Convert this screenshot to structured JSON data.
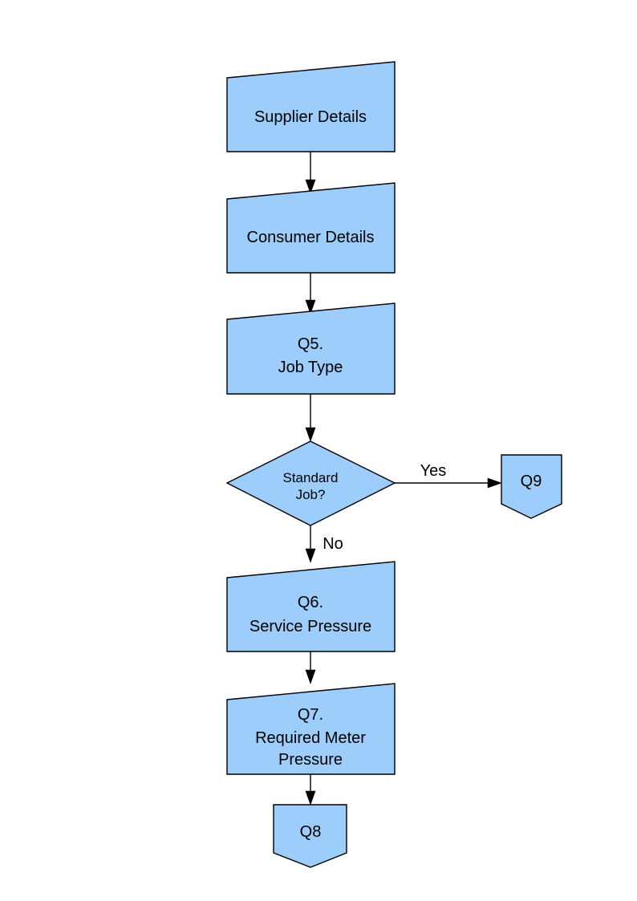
{
  "diagram": {
    "type": "flowchart",
    "title": "",
    "background_color": "#ffffff",
    "node_fill_color": "#9ccdfb",
    "node_stroke_color": "#000000",
    "text_color": "#000000"
  },
  "nodes": {
    "supplier_details": {
      "label": "Supplier Details",
      "shape": "manual-input",
      "lines": [
        "Supplier Details"
      ]
    },
    "consumer_details": {
      "label": "Consumer Details",
      "shape": "manual-input",
      "lines": [
        "Consumer Details"
      ]
    },
    "q5_job_type": {
      "label": "Q5. Job Type",
      "shape": "manual-input",
      "lines": [
        "Q5.",
        "Job Type"
      ]
    },
    "standard_job_decision": {
      "label": "Standard Job?",
      "shape": "diamond",
      "lines": [
        "Standard",
        "Job?"
      ]
    },
    "q9": {
      "label": "Q9",
      "shape": "shield",
      "lines": [
        "Q9"
      ]
    },
    "q6_service_pressure": {
      "label": "Q6. Service Pressure",
      "shape": "manual-input",
      "lines": [
        "Q6.",
        "Service Pressure"
      ]
    },
    "q7_required_meter_pressure": {
      "label": "Q7. Required Meter Pressure",
      "shape": "manual-input",
      "lines": [
        "Q7.",
        "Required Meter",
        "Pressure"
      ]
    },
    "q8": {
      "label": "Q8",
      "shape": "shield",
      "lines": [
        "Q8"
      ]
    }
  },
  "edges": {
    "supplier_to_consumer": {
      "label": ""
    },
    "consumer_to_q5": {
      "label": ""
    },
    "q5_to_decision": {
      "label": ""
    },
    "decision_to_q9": {
      "label": "Yes"
    },
    "decision_to_q6": {
      "label": "No"
    },
    "q6_to_q7": {
      "label": ""
    },
    "q7_to_q8": {
      "label": ""
    }
  }
}
